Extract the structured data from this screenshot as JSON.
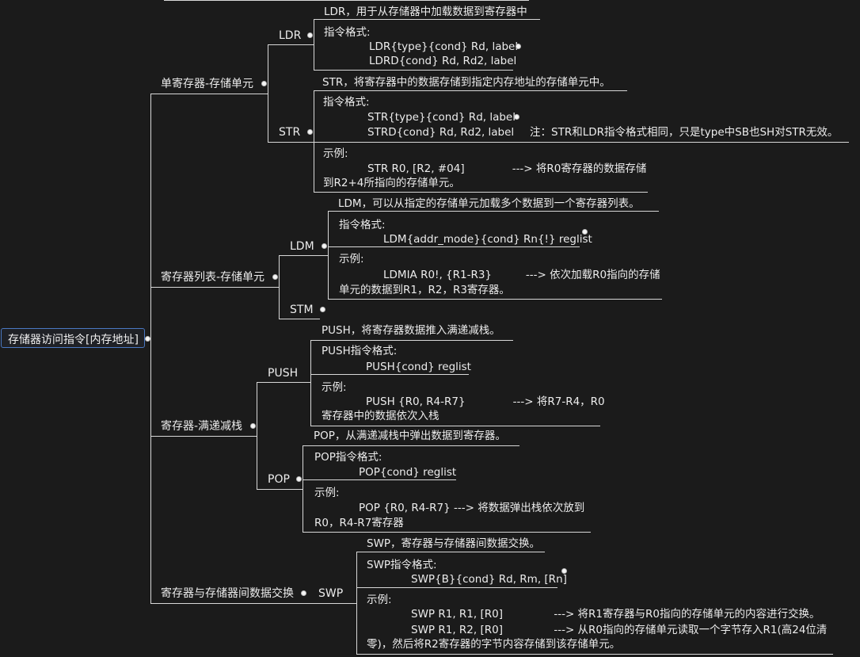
{
  "root": {
    "label": "存储器访问指令[内存地址]"
  },
  "single": {
    "label": "单寄存器-存储单元",
    "ldr": {
      "label": "LDR",
      "desc": "LDR，用于从存储器中加载数据到寄存器中",
      "fmt_title": "指令格式:",
      "fmt_1": "LDR{type}{cond} Rd, label",
      "fmt_2": "LDRD{cond} Rd, Rd2, label"
    },
    "str": {
      "label": "STR",
      "desc": "STR，将寄存器中的数据存储到指定内存地址的存储单元中。",
      "fmt_title": "指令格式:",
      "fmt_1": "STR{type}{cond} Rd, label",
      "fmt_2": "STRD{cond} Rd, Rd2, label",
      "note": "注：STR和LDR指令格式相同，只是type中SB也SH对STR无效。",
      "ex_title": "示例:",
      "ex_1": "STR R0, [R2, #04]              ---> 将R0寄存器的数据存储",
      "ex_2": "到R2+4所指向的存储单元。"
    }
  },
  "list": {
    "label": "寄存器列表-存储单元",
    "ldm": {
      "label": "LDM",
      "desc": "LDM，可以从指定的存储单元加载多个数据到一个寄存器列表。",
      "fmt_title": "指令格式:",
      "fmt_1": "LDM{addr_mode}{cond} Rn{!} reglist",
      "ex_title": "示例:",
      "ex_1": "LDMIA R0!, {R1-R3}          ---> 依次加载R0指向的存储",
      "ex_2": "单元的数据到R1，R2，R3寄存器。"
    },
    "stm": {
      "label": "STM"
    }
  },
  "stack": {
    "label": "寄存器-满递减栈",
    "push": {
      "label": "PUSH",
      "desc": "PUSH，将寄存器数据推入满递减栈。",
      "fmt_title": "PUSH指令格式:",
      "fmt_1": "PUSH{cond} reglist",
      "ex_title": "示例:",
      "ex_1": "PUSH {R0, R4-R7}              ---> 将R7-R4，R0",
      "ex_2": "寄存器中的数据依次入栈"
    },
    "pop": {
      "label": "POP",
      "desc": "POP，从满递减栈中弹出数据到寄存器。",
      "fmt_title": "POP指令格式:",
      "fmt_1": "POP{cond} reglist",
      "ex_title": "示例:",
      "ex_1": "POP {R0, R4-R7} ---> 将数据弹出栈依次放到",
      "ex_2": "R0，R4-R7寄存器"
    }
  },
  "swap": {
    "label": "寄存器与存储器间数据交换",
    "swp": {
      "label": "SWP",
      "desc": "SWP，寄存器与存储器间数据交换。",
      "fmt_title": "SWP指令格式:",
      "fmt_1": "SWP{B}{cond} Rd, Rm, [Rn]",
      "ex_title": "示例:",
      "ex_1": "SWP R1, R1, [R0]               ---> 将R1寄存器与R0指向的存储单元的内容进行交换。",
      "ex_2": "SWP R1, R2, [R0]               ---> 从R0指向的存储单元读取一个字节存入R1(高24位清",
      "ex_3": "零)，然后将R2寄存器的字节内容存储到该存储单元。"
    }
  }
}
